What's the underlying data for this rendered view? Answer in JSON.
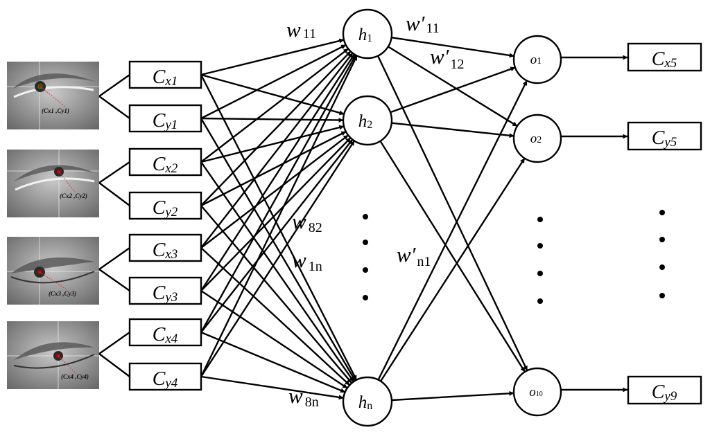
{
  "inputs": [
    {
      "main": "C",
      "sub": "x1"
    },
    {
      "main": "C",
      "sub": "y1"
    },
    {
      "main": "C",
      "sub": "x2"
    },
    {
      "main": "C",
      "sub": "y2"
    },
    {
      "main": "C",
      "sub": "x3"
    },
    {
      "main": "C",
      "sub": "y3"
    },
    {
      "main": "C",
      "sub": "x4"
    },
    {
      "main": "C",
      "sub": "y4"
    }
  ],
  "eye_labels": [
    "(Cx1 ,Cy1)",
    "(Cx2 ,Cy2)",
    "(Cx3 ,Cy3)",
    "(Cx4 ,Cy4)"
  ],
  "hidden": [
    {
      "main": "h",
      "sub": "1"
    },
    {
      "main": "h",
      "sub": "2"
    },
    {
      "main": "h",
      "sub": "n"
    }
  ],
  "outputs": [
    {
      "main": "o",
      "sub": "1"
    },
    {
      "main": "o",
      "sub": "2"
    },
    {
      "main": "o",
      "sub": "10"
    }
  ],
  "results": [
    {
      "main": "C",
      "sub": "x5"
    },
    {
      "main": "C",
      "sub": "y5"
    },
    {
      "main": "C",
      "sub": "y9"
    }
  ],
  "weights": {
    "w11": {
      "main": "w",
      "sub": "11"
    },
    "w82": {
      "main": "w",
      "sub": "82"
    },
    "w1n": {
      "main": "w",
      "sub": "1n"
    },
    "w8n": {
      "main": "w",
      "sub": "8n"
    },
    "wp11": {
      "main": "w′",
      "sub": "11"
    },
    "wp12": {
      "main": "w′",
      "sub": "12"
    },
    "wpn1": {
      "main": "w′",
      "sub": "n1"
    }
  }
}
